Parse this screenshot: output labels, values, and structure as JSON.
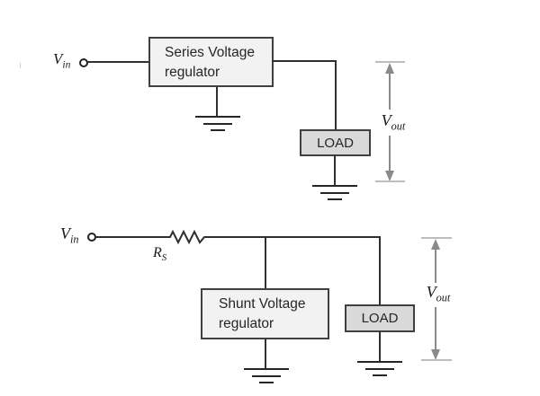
{
  "colors": {
    "wire": "#303030",
    "regulator_box_fill": "#f2f2f2",
    "load_box_fill": "#d9d9d9",
    "box_border": "#404040",
    "dimension_arrow": "#8a8a8a",
    "dimension_tick": "#bdbdbd",
    "label_text": "#1a1a1a"
  },
  "top": {
    "vin": {
      "base": "V",
      "sub": "in"
    },
    "regulator": {
      "line1": "Series Voltage",
      "line2": "regulator"
    },
    "load": "LOAD",
    "vout": {
      "base": "V",
      "sub": "out"
    }
  },
  "bottom": {
    "vin": {
      "base": "V",
      "sub": "in"
    },
    "resistor": {
      "base": "R",
      "sub": "S"
    },
    "regulator": {
      "line1": "Shunt Voltage",
      "line2": "regulator"
    },
    "load": "LOAD",
    "vout": {
      "base": "V",
      "sub": "out"
    }
  }
}
